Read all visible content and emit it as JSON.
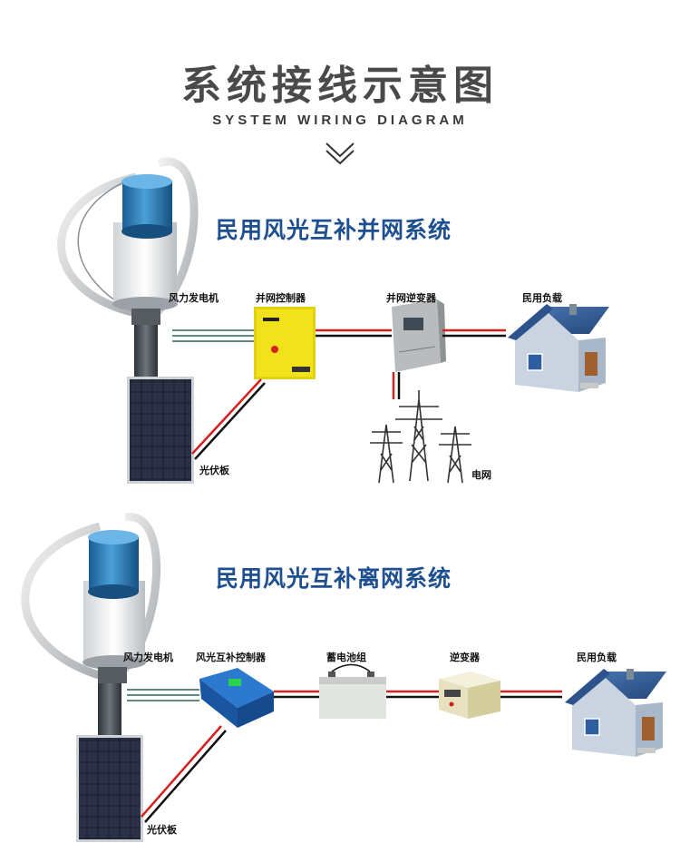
{
  "header": {
    "title": "系统接线示意图",
    "subtitle": "SYSTEM WIRING DIAGRAM"
  },
  "grid_system": {
    "title": "民用风光互补并网系统",
    "labels": {
      "wind_turbine": "风力发电机",
      "controller": "并网控制器",
      "inverter": "并网逆变器",
      "load": "民用负载",
      "solar_panel": "光伏板",
      "grid": "电网"
    }
  },
  "offgrid_system": {
    "title": "民用风光互补离网系统",
    "labels": {
      "wind_turbine": "风力发电机",
      "controller": "风光互补控制器",
      "battery": "蓄电池组",
      "inverter": "逆变器",
      "load": "民用负载",
      "solar_panel": "光伏板"
    }
  },
  "colors": {
    "title_blue": "#1d4f91",
    "wire_red": "#d62020",
    "wire_black": "#111111",
    "wind_wire_green": "#5f8a7e",
    "controller_yellow": "#f2e21c",
    "controller_blue": "#1e63b5"
  }
}
